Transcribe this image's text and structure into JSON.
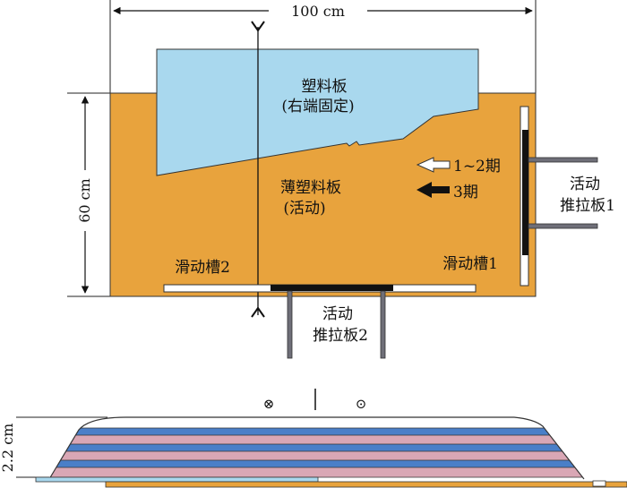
{
  "top_view": {
    "width_dim": "100 cm",
    "height_dim": "60 cm",
    "fixed_plate": {
      "title": "塑料板",
      "note": "(右端固定)"
    },
    "thin_plate": {
      "title": "薄塑料板",
      "note": "(活动)"
    },
    "push_plate_1": {
      "line1": "活动",
      "line2": "推拉板1"
    },
    "push_plate_2": {
      "line1": "活动",
      "line2": "推拉板2"
    },
    "slot_1": "滑动槽1",
    "slot_2": "滑动槽2",
    "arrow_stage_1_2": "1~2期",
    "arrow_stage_3": "3期"
  },
  "cross_section": {
    "thickness_dim": "2.2 cm",
    "symbol_into_page": "⊗",
    "symbol_out_of_page": "⊙"
  },
  "colors": {
    "clay_orange": "#E8A33D",
    "plate_blue": "#A9D8EE",
    "layer_blue": "#4A7FC8",
    "layer_pink": "#D9A7B5",
    "rod_gray": "#6F6F78"
  }
}
